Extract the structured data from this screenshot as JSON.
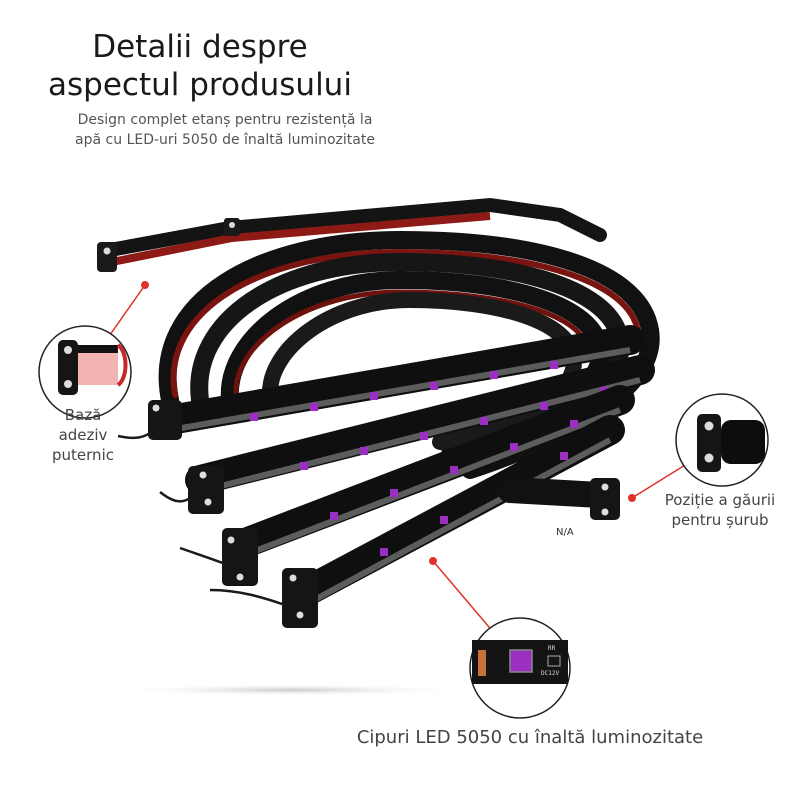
{
  "heading": {
    "title_line1": "Detalii despre",
    "title_line2": "aspectul produsului",
    "subtitle_line1": "Design complet etanș pentru rezistență la",
    "subtitle_line2": "apă cu LED-uri 5050 de înaltă luminozitate"
  },
  "callouts": {
    "base_line1": "Bază",
    "base_line2": "adeziv",
    "base_line3": "puternic",
    "hole_line1": "Poziție a găurii",
    "hole_line2": "pentru șurub",
    "chips": "Cipuri LED 5050 cu înaltă luminozitate",
    "chip_marking_1": "RR",
    "chip_marking_2": "DC12V",
    "na_mark": "N/A"
  },
  "colors": {
    "accent_red": "#e0322b",
    "strip_black": "#141414",
    "adhesive_red": "#8e1a16"
  }
}
